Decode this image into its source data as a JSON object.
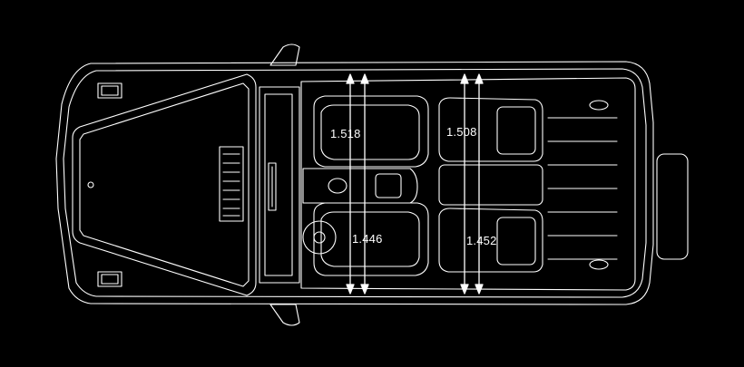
{
  "diagram": {
    "colors": {
      "background": "#000000",
      "line": "#ffffff"
    },
    "measurements": [
      {
        "id": "front-row-shoulder",
        "value": "1.518"
      },
      {
        "id": "front-row-elbow",
        "value": "1.446"
      },
      {
        "id": "rear-row-shoulder",
        "value": "1.508"
      },
      {
        "id": "rear-row-elbow",
        "value": "1.452"
      }
    ]
  }
}
